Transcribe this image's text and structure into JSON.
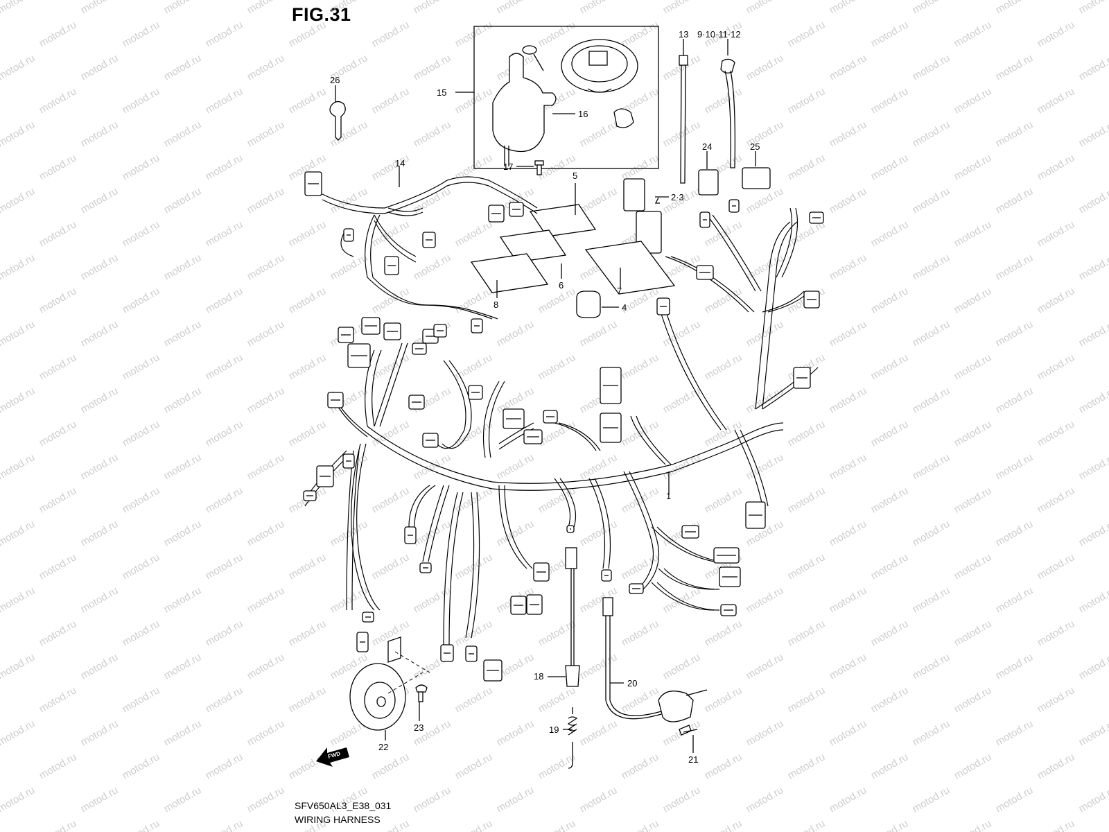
{
  "figure": {
    "title": "FIG.31"
  },
  "footer": {
    "code": "SFV650AL3_E38_031",
    "caption": "WIRING HARNESS"
  },
  "watermark": {
    "text": "motod.ru"
  },
  "fwd_badge": {
    "text": "FWD"
  },
  "callouts": {
    "c1": "1",
    "c2_3": "2·3",
    "c4": "4",
    "c5": "5",
    "c6": "6",
    "c7": "7",
    "c8": "8",
    "c9_12": "9·10·11·12",
    "c13": "13",
    "c14": "14",
    "c15": "15",
    "c16": "16",
    "c17": "17",
    "c18": "18",
    "c19": "19",
    "c20": "20",
    "c21": "21",
    "c22": "22",
    "c23": "23",
    "c24": "24",
    "c25": "25",
    "c26": "26"
  }
}
